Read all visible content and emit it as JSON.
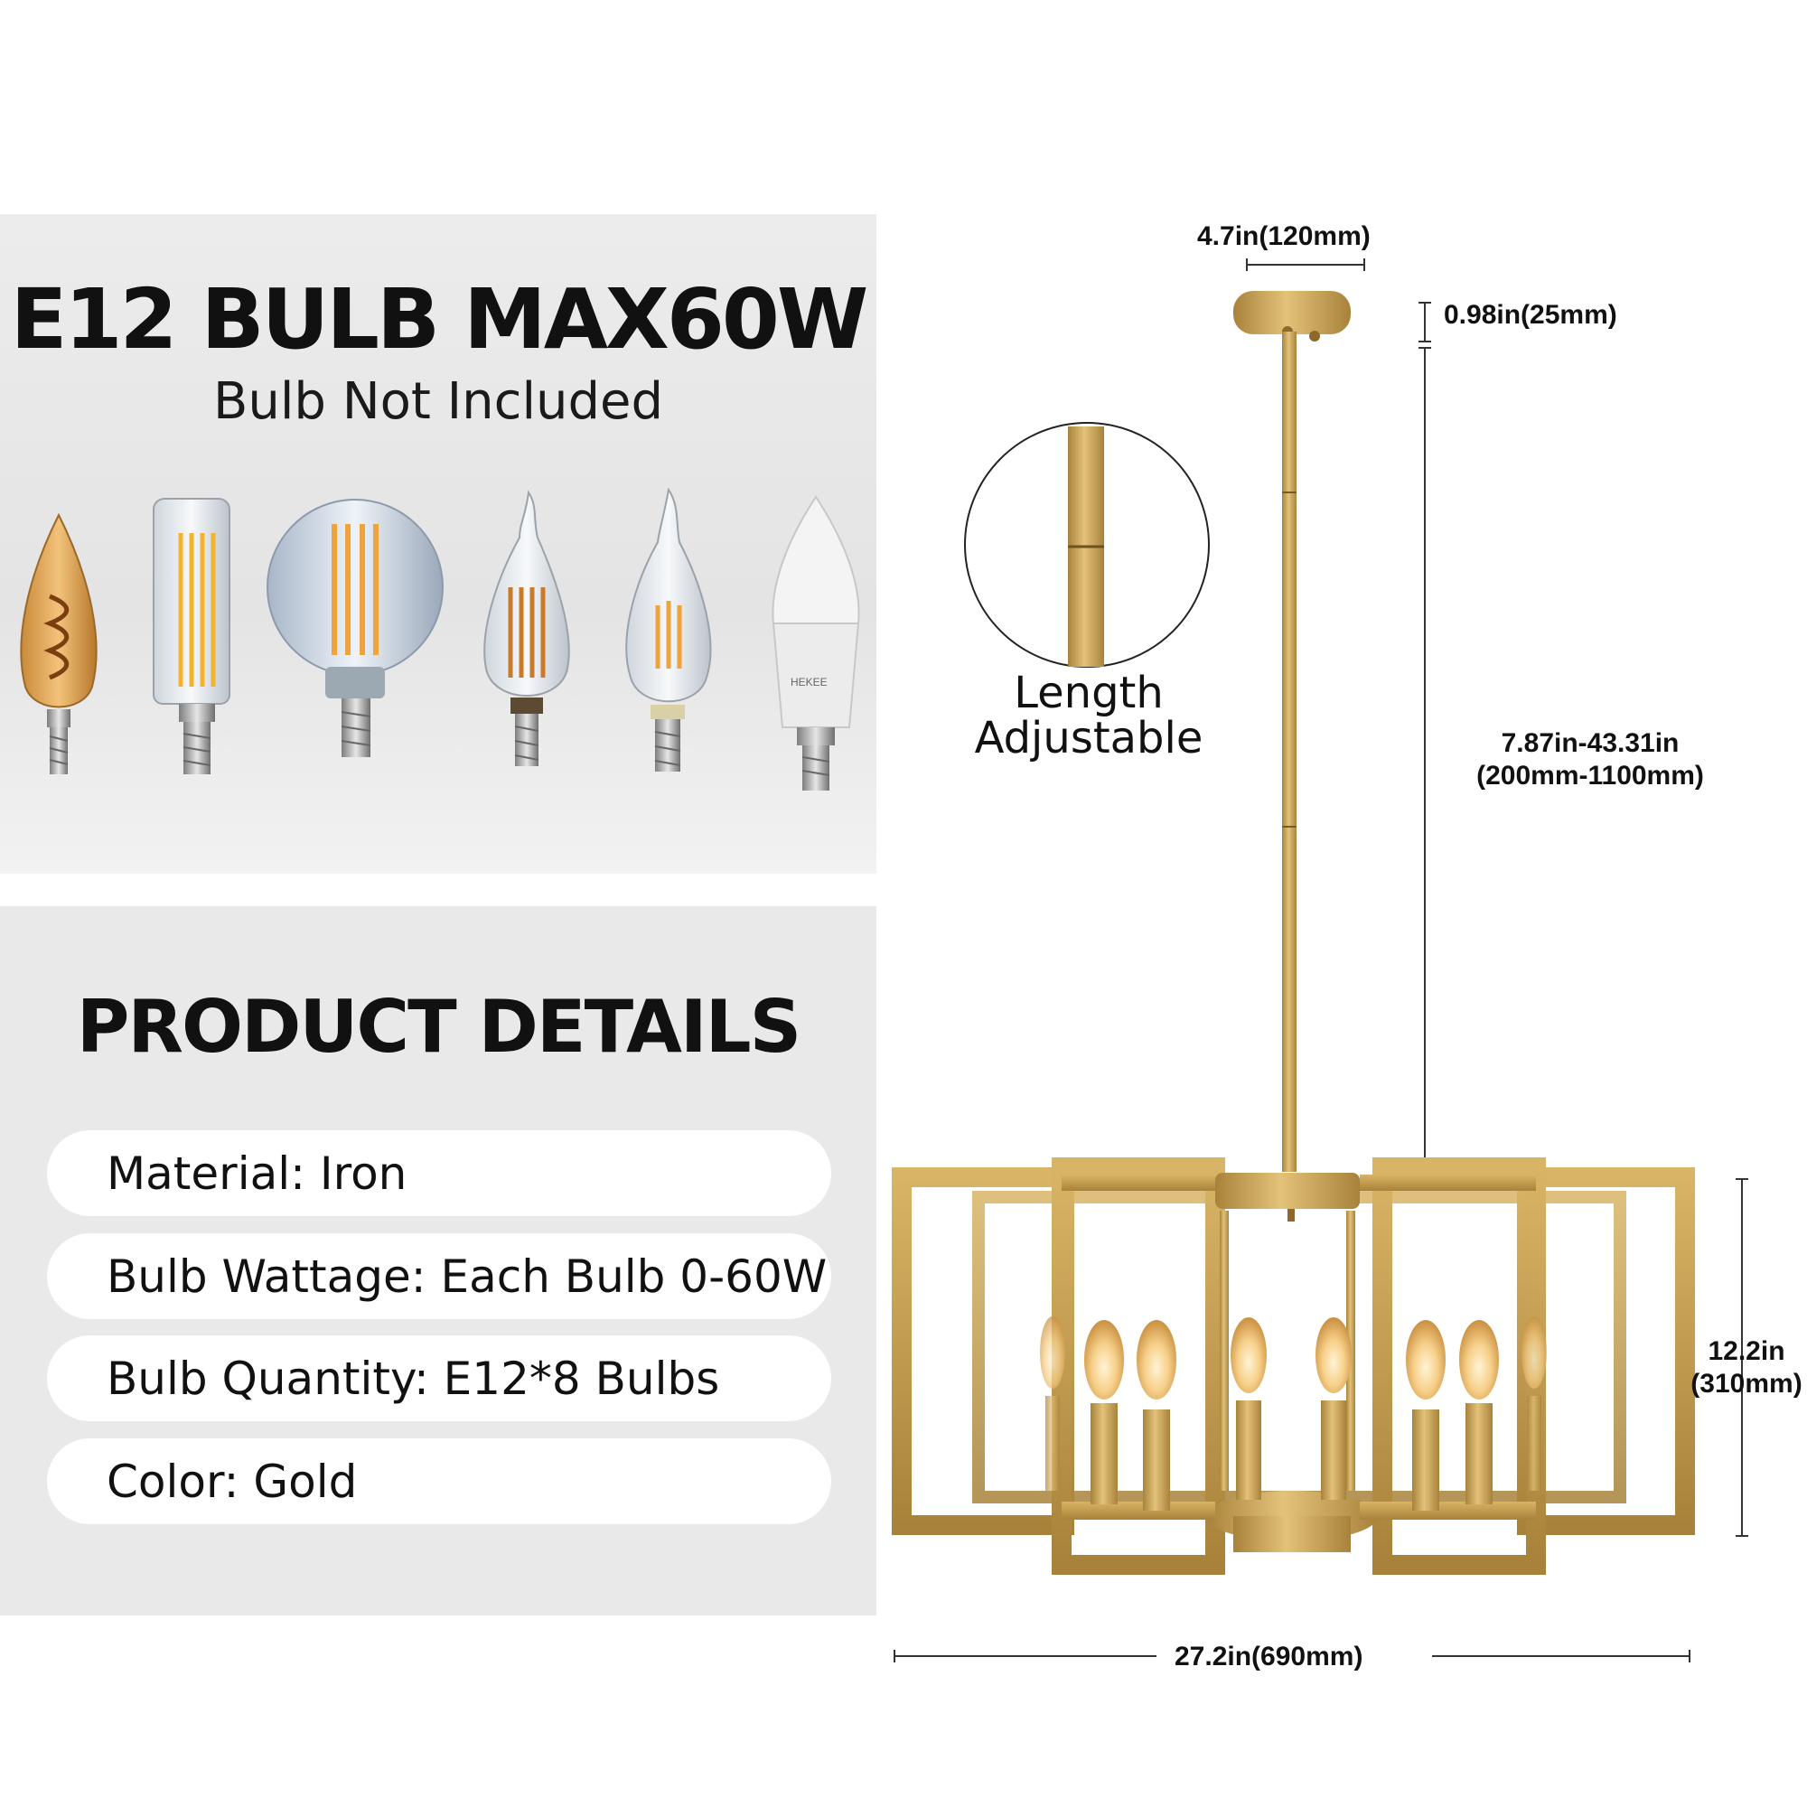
{
  "bulb_section": {
    "title": "E12 BULB MAX60W",
    "subtitle": "Bulb Not Included",
    "bulb_brand": "HEKEE"
  },
  "product_details": {
    "title": "PRODUCT DETAILS",
    "rows": [
      {
        "text": "Material: Iron"
      },
      {
        "text": "Bulb Wattage: Each Bulb 0-60W"
      },
      {
        "text": "Bulb Quantity: E12*8 Bulbs"
      },
      {
        "text": "Color: Gold"
      }
    ]
  },
  "dimensions": {
    "canopy_width": "4.7in(120mm)",
    "canopy_height": "0.98in(25mm)",
    "rod_length_line1": "7.87in-43.31in",
    "rod_length_line2": "(200mm-1100mm)",
    "body_height_line1": "12.2in",
    "body_height_line2": "(310mm)",
    "body_width": "27.2in(690mm)"
  },
  "adjustable_label": {
    "line1": "Length",
    "line2": "Adjustable"
  },
  "colors": {
    "gold": "#c9a24f",
    "gold_dark": "#a8823a",
    "panel_gray": "#e9e9e9"
  }
}
